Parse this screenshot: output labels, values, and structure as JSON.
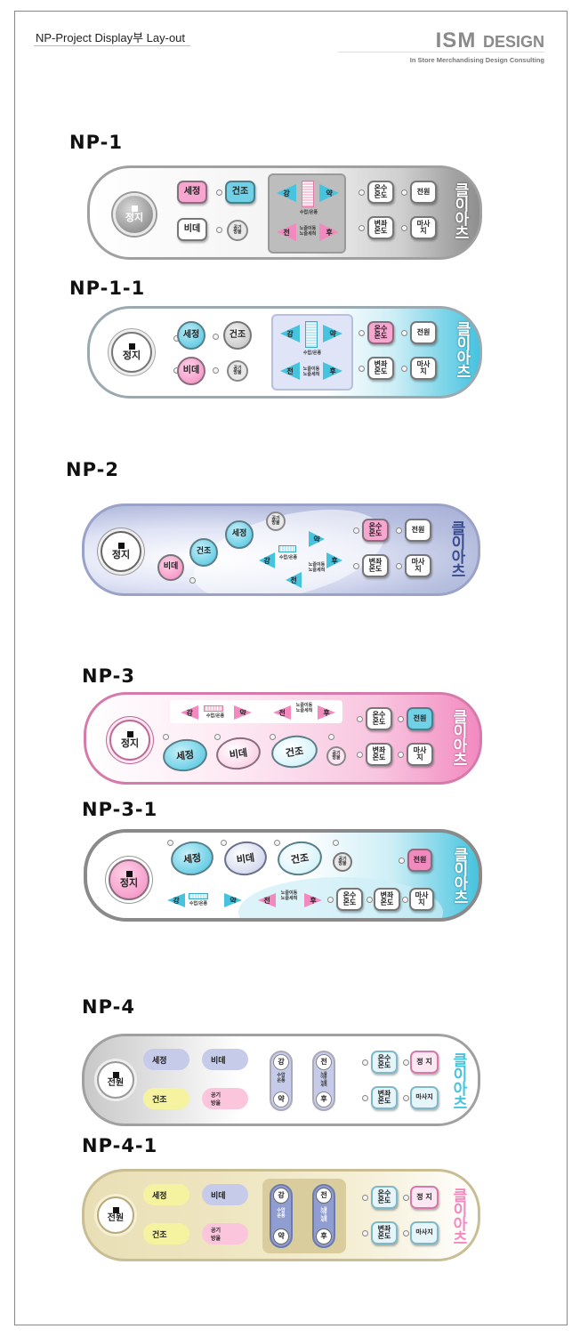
{
  "header": {
    "doc_title": "NP-Project Display부 Lay-out",
    "brand_main": "ISM",
    "brand_small": "DESIGN",
    "brand_sub": "In Store Merchandising Design Consulting"
  },
  "models": [
    "NP-1",
    "NP-1-1",
    "NP-2",
    "NP-3",
    "NP-3-1",
    "NP-4",
    "NP-4-1"
  ],
  "labels": {
    "stop": "정지",
    "power": "전원",
    "wash": "세정",
    "bidet": "비데",
    "dry": "건조",
    "air": "공기\n방울",
    "strong": "강",
    "weak": "약",
    "front": "전",
    "back": "후",
    "pressure": "수압/온풍",
    "pressure_v": "수압\n온풍",
    "nozzle": "노즐이동\n노즐세척",
    "nozzle_v": "노즐\n이동\n노즐\n세척",
    "water_temp": "온수\n온도",
    "seat_temp": "변좌\n온도",
    "massage": "마사\n지",
    "massage_inline": "마사지",
    "stop_spaced": "정 지",
    "logo": "클이아츠"
  },
  "colors": {
    "pink": "#f28ac0",
    "cyan": "#46c3df",
    "gray": "#8e8e8e",
    "lavender": "#b8c0e0",
    "cream": "#ece3be"
  }
}
